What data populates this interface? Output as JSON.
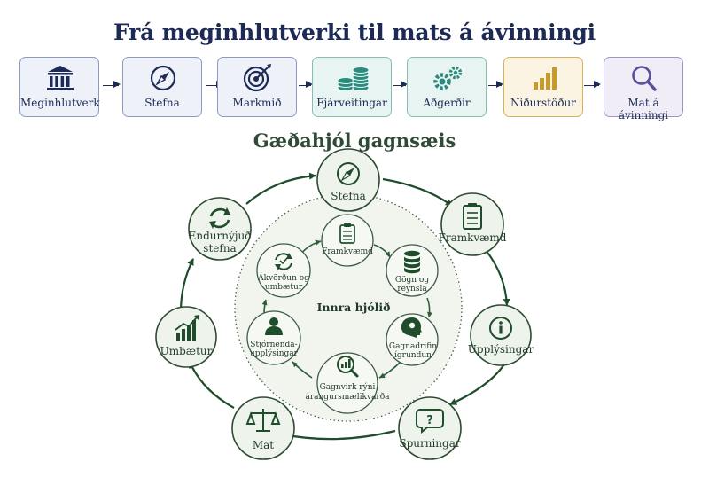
{
  "title": "Frá meginhlutverki til mats á ávinningi",
  "flow": [
    {
      "label": "Meginhlutverk",
      "icon": "building-icon",
      "style": "navy"
    },
    {
      "label": "Stefna",
      "icon": "compass-icon",
      "style": "navy"
    },
    {
      "label": "Markmið",
      "icon": "target-icon",
      "style": "navy"
    },
    {
      "label": "Fjárveitingar",
      "icon": "coins-icon",
      "style": "teal"
    },
    {
      "label": "Aðgerðir",
      "icon": "gears-icon",
      "style": "teal"
    },
    {
      "label": "Niðurstöður",
      "icon": "bar-chart-icon",
      "style": "gold"
    },
    {
      "label": "Mat á ávinningi",
      "icon": "magnifier-icon",
      "style": "lav"
    }
  ],
  "wheel": {
    "title": "Gæðahjól gagnsæis",
    "outer": [
      {
        "lines": [
          "Stefna"
        ],
        "icon": "compass-icon"
      },
      {
        "lines": [
          "Framkvæmd"
        ],
        "icon": "clipboard-icon"
      },
      {
        "lines": [
          "Upplýsingar"
        ],
        "icon": "info-icon"
      },
      {
        "lines": [
          "Spurningar"
        ],
        "icon": "question-bubble-icon"
      },
      {
        "lines": [
          "Mat"
        ],
        "icon": "scales-icon"
      },
      {
        "lines": [
          "Umbætur"
        ],
        "icon": "trend-chart-icon"
      },
      {
        "lines": [
          "Endurnýjuð",
          "stefna"
        ],
        "icon": "refresh-icon"
      }
    ],
    "inner_title": "Innra hjólið",
    "inner": [
      {
        "lines": [
          "Framkvæmd"
        ],
        "icon": "clipboard-icon"
      },
      {
        "lines": [
          "Gögn og",
          "reynsla"
        ],
        "icon": "database-icon"
      },
      {
        "lines": [
          "Gagnadrifin",
          "ígrundun"
        ],
        "icon": "head-bulb-icon"
      },
      {
        "lines": [
          "Gagnvirk rýni",
          "árangursmælikvarða"
        ],
        "icon": "magnifier-chart-icon"
      },
      {
        "lines": [
          "Stjórnenda-",
          "upplýsingar"
        ],
        "icon": "person-icon"
      },
      {
        "lines": [
          "Ákvörðun og",
          "umbætur"
        ],
        "icon": "refresh-check-icon"
      }
    ]
  },
  "colors": {
    "navy": "#1d2a55",
    "green_dark": "#1f4d2b",
    "teal": "#2b8a7e",
    "gold": "#c89a2c",
    "purple": "#5a4f9a"
  }
}
